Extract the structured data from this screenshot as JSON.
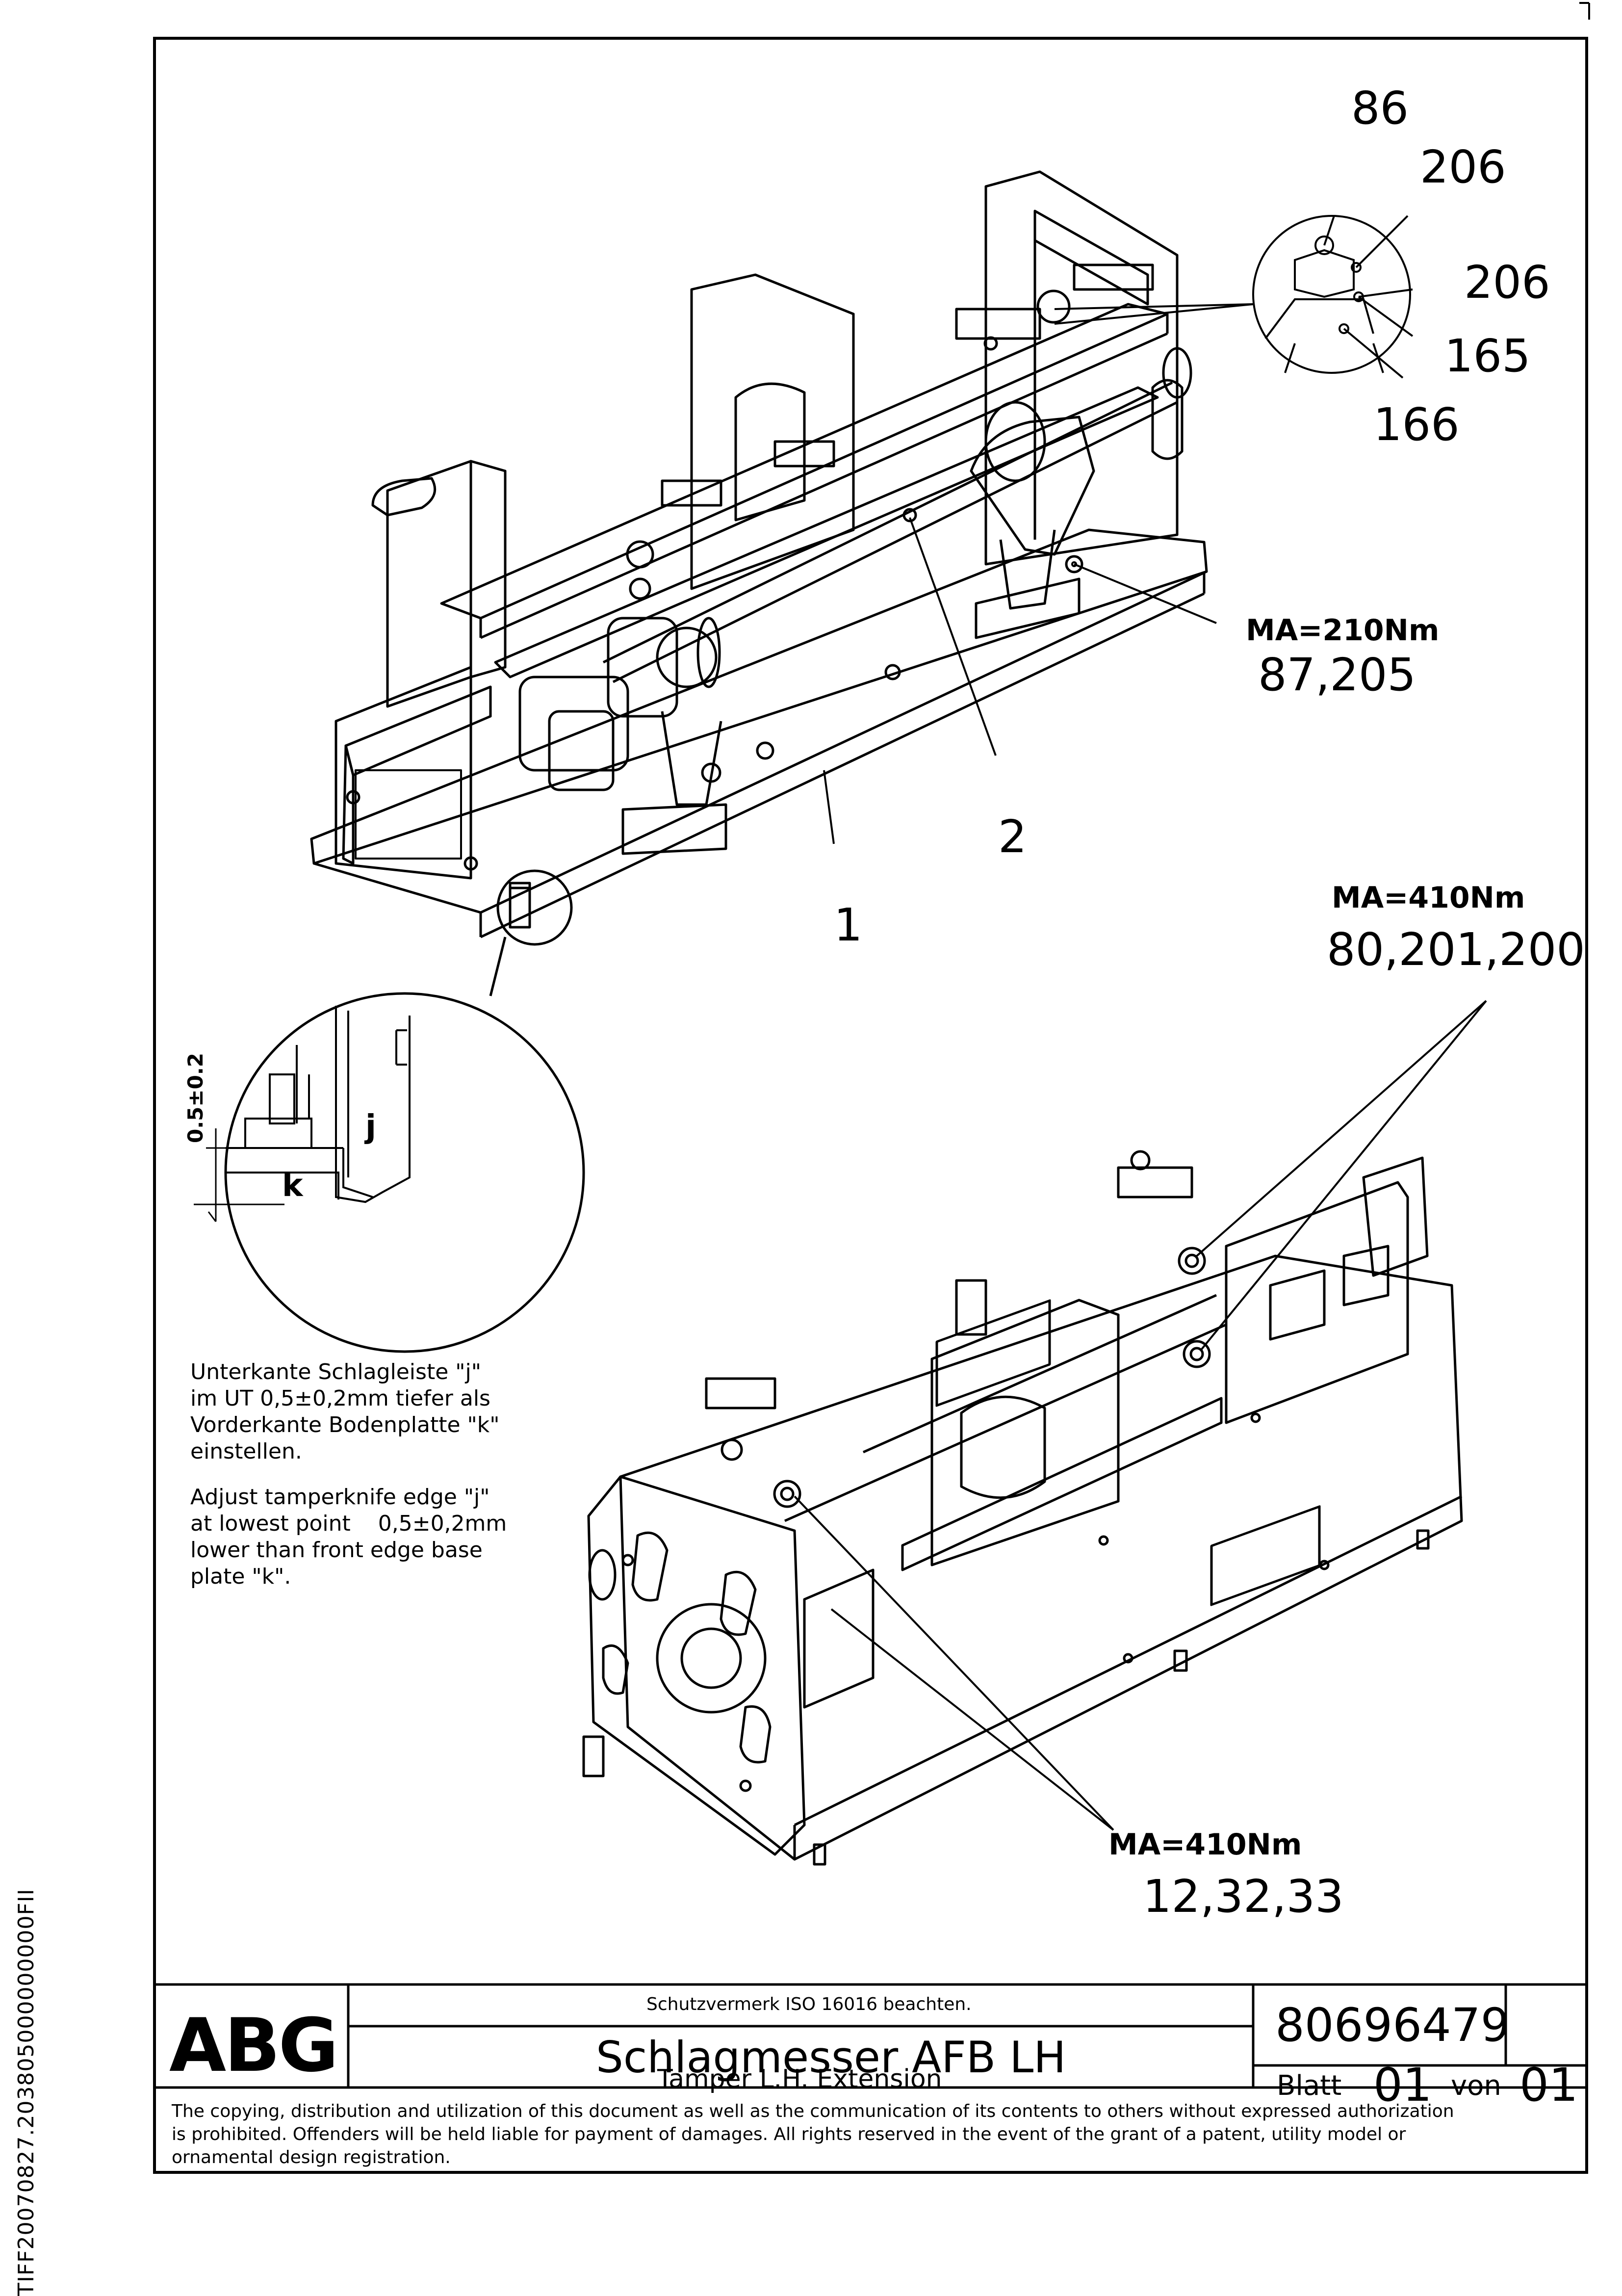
{
  "callouts": {
    "c86": "86",
    "c206a": "206",
    "c206b": "206",
    "c165": "165",
    "c166": "166",
    "torque1": "MA=210Nm",
    "ref1": "87,205",
    "c2": "2",
    "c1": "1",
    "torque2": "MA=410Nm",
    "ref2": "80,201,200",
    "torque3": "MA=410Nm",
    "ref3": "12,32,33"
  },
  "detail": {
    "dimension": "0.5±0.2",
    "label_j": "j",
    "label_k": "k"
  },
  "note": {
    "german": "Unterkante Schlagleiste \"j\"\nim UT 0,5±0,2mm tiefer als\nVorderkante Bodenplatte \"k\"\neinstellen.",
    "english": "Adjust tamperknife edge \"j\"\nat lowest point    0,5±0,2mm\nlower than front edge base\nplate \"k\"."
  },
  "title_block": {
    "logo": "ABG",
    "protection_note": "Schutzvermerk ISO 16016 beachten.",
    "title_de": "Schlagmesser AFB LH",
    "title_en": "Tamper L.H. Extension",
    "drawing_number": "80696479",
    "sheet_label": "Blatt",
    "sheet_number": "01",
    "of_label": "von",
    "total_sheets": "01",
    "copyright": "The copying, distribution and utilization of this document as well as the communication of its contents to others without expressed authorization\nis prohibited. Offenders will be held liable for payment of damages. All rights reserved in the event of the grant of a patent, utility model or\nornamental design registration."
  },
  "side_id": "TIFF20070827.203805000000000FII"
}
